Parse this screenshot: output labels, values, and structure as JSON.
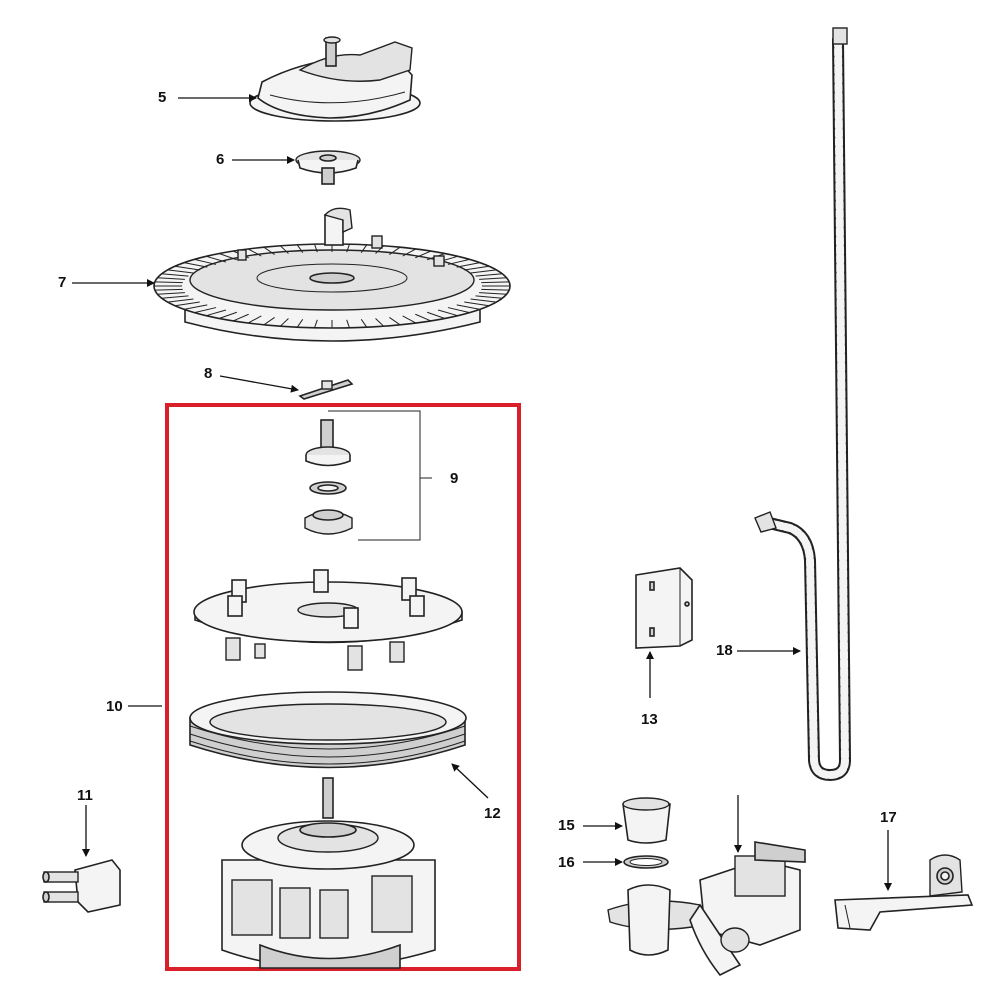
{
  "diagram": {
    "highlight_color": "#d9202a",
    "line_color": "#222222",
    "callouts": {
      "c5": "5",
      "c6": "6",
      "c7": "7",
      "c8": "8",
      "c9": "9",
      "c10": "10",
      "c11": "11",
      "c12": "12",
      "c13": "13",
      "c15": "15",
      "c16": "16",
      "c17": "17",
      "c18": "18"
    }
  }
}
